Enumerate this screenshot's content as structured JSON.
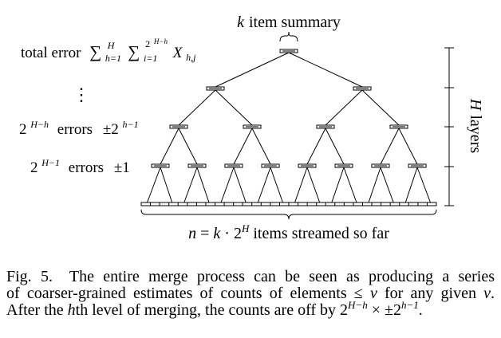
{
  "figure": {
    "top_label": {
      "var": "k",
      "rest": "item summary"
    },
    "left_labels": {
      "total_error": {
        "text": "total error",
        "sum1": "∑",
        "sum1_sub": "h=1",
        "sum1_sup": "H",
        "sum2": "∑",
        "sum2_sub": "i=1",
        "sum2_sup": "2",
        "sum2_sup_exp": "H−h",
        "term": "X",
        "term_sub": "h,j"
      },
      "dots": "⋮",
      "mid": {
        "base": "2",
        "exp": "H−h",
        "text": "errors",
        "pm": "±2",
        "pm_exp": "h−1"
      },
      "bottom": {
        "base": "2",
        "exp": "H−1",
        "text": "errors",
        "pm": "±1"
      }
    },
    "bottom_label": {
      "pre": "n",
      "eq": " = ",
      "k": "k",
      "dot": " · 2",
      "exp": "H",
      "rest": "  items streamed so far"
    },
    "right_label": {
      "var": "H",
      "rest": "layers"
    }
  },
  "caption": {
    "fig_num": "Fig. 5.",
    "line1": "The entire merge process can be seen as producing a series",
    "line2a": "of coarser-grained estimates of counts of elements ≤ ",
    "line2v": "v",
    "line2b": " for any given ",
    "line2v2": "v",
    "line2c": ".",
    "line3a": "After the ",
    "line3h": "h",
    "line3b": "th level of merging, the counts are off by 2",
    "line3exp1": "H−h",
    "line3c": " × ±2",
    "line3exp2": "h−1",
    "line3d": "."
  }
}
